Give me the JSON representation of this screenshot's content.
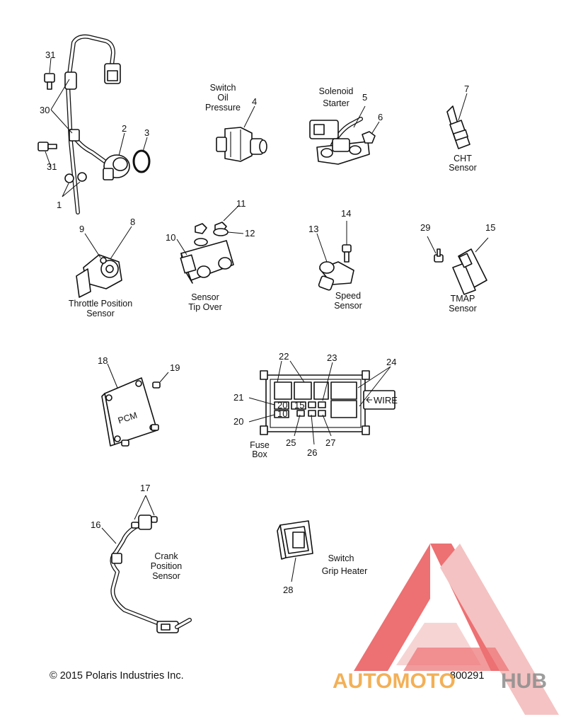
{
  "callouts": {
    "c1": "1",
    "c2": "2",
    "c3": "3",
    "c4": "4",
    "c5": "5",
    "c6": "6",
    "c7": "7",
    "c8": "8",
    "c9": "9",
    "c10": "10",
    "c11": "11",
    "c12": "12",
    "c13": "13",
    "c14": "14",
    "c15": "15",
    "c16": "16",
    "c17": "17",
    "c18": "18",
    "c19": "19",
    "c20": "20",
    "c21": "21",
    "c22": "22",
    "c23": "23",
    "c24": "24",
    "c25": "25",
    "c26": "26",
    "c27": "27",
    "c28": "28",
    "c29": "29",
    "c30": "30",
    "c31a": "31",
    "c31b": "31"
  },
  "labels": {
    "oil_pressure": [
      "Switch",
      "Oil",
      "Pressure"
    ],
    "solenoid": [
      "Solenoid",
      "Starter"
    ],
    "cht": [
      "CHT",
      "Sensor"
    ],
    "throttle": [
      "Throttle Position",
      "Sensor"
    ],
    "tipover": [
      "Sensor",
      "Tip Over"
    ],
    "speed": [
      "Speed",
      "Sensor"
    ],
    "tmap": [
      "TMAP",
      "Sensor"
    ],
    "fusebox": [
      "Fuse",
      "Box"
    ],
    "crank": [
      "Crank",
      "Position",
      "Sensor"
    ],
    "grip_heater": [
      "Switch",
      "Grip Heater"
    ]
  },
  "part_text": {
    "pcm": "PCM",
    "wire_tag": "WIRE",
    "fuse_20": "20",
    "fuse_15": "15",
    "fuse_10": "10"
  },
  "footer": {
    "copyright": "© 2015 Polaris Industries Inc.",
    "diagram_number": "800291"
  },
  "watermark": {
    "text_a": "AUTOMOTO",
    "text_b": "HUB",
    "color_red": "#e8484b",
    "color_orange": "#f2a33a",
    "color_gray": "#8c8c8c"
  }
}
